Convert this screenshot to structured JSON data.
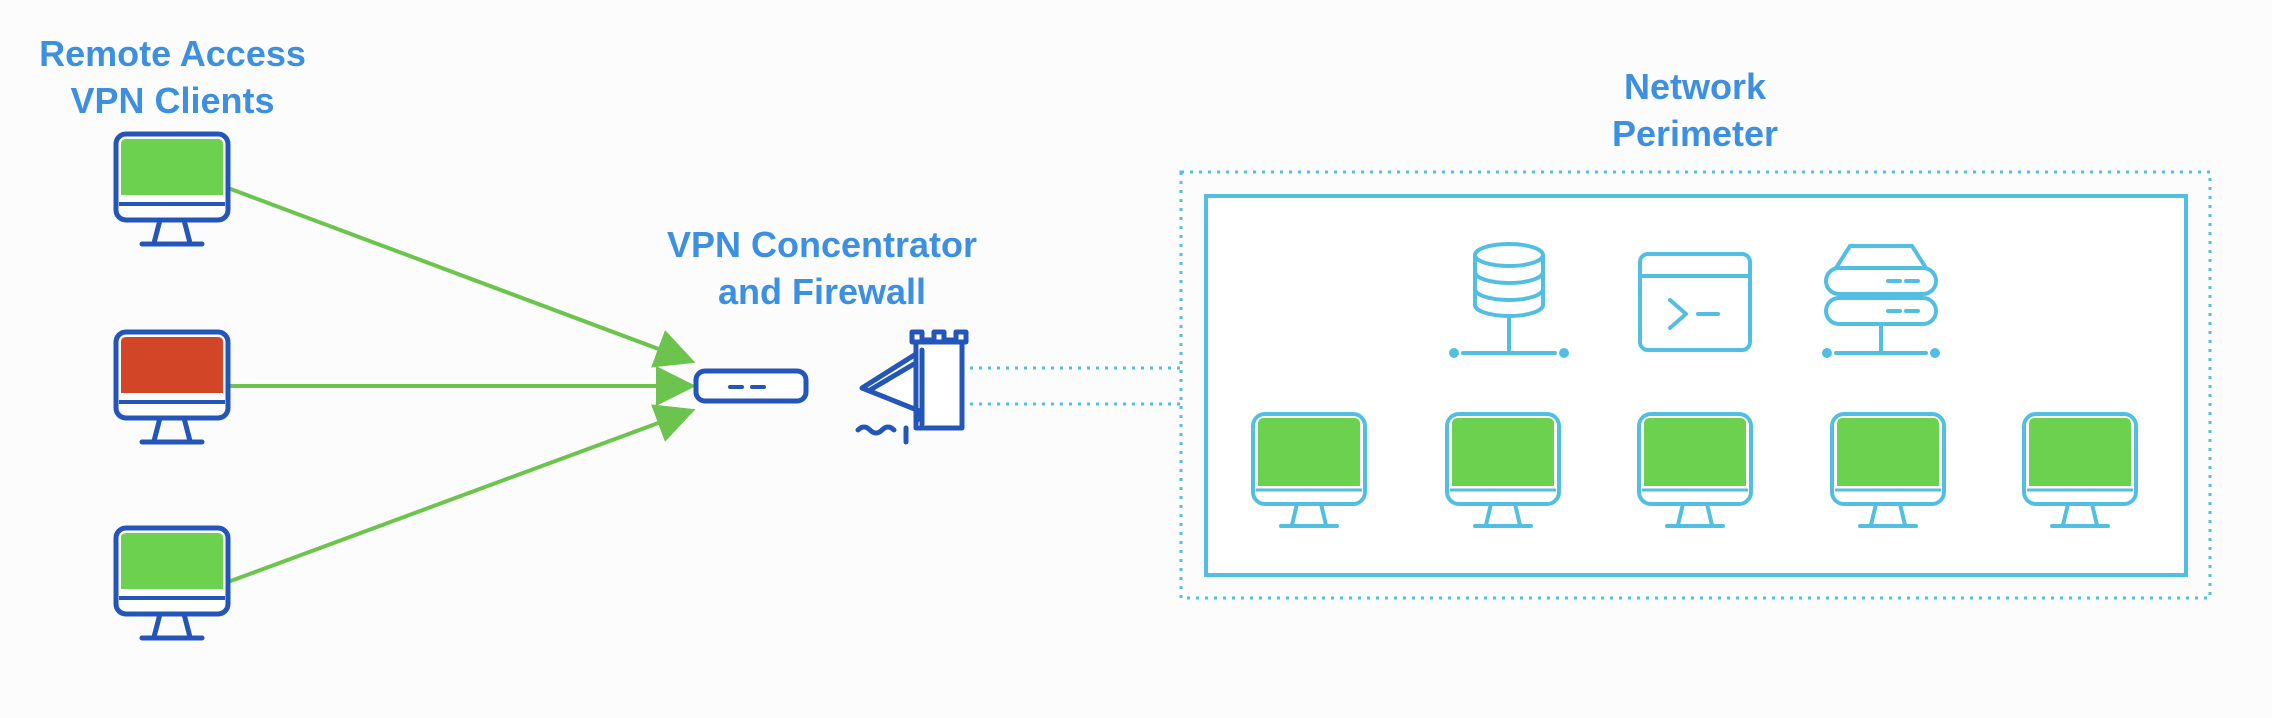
{
  "labels": {
    "clients": {
      "line1": "Remote Access",
      "line2": "VPN Clients"
    },
    "concentrator": {
      "line1": "VPN Concentrator",
      "line2": "and Firewall"
    },
    "perimeter": {
      "line1": "Network",
      "line2": "Perimeter"
    }
  },
  "clients": [
    {
      "name": "client-1",
      "status": "ok",
      "screen_color": "#6cd14f"
    },
    {
      "name": "client-2",
      "status": "blocked",
      "screen_color": "#d24527"
    },
    {
      "name": "client-3",
      "status": "ok",
      "screen_color": "#6cd14f"
    }
  ],
  "perimeter_icons": [
    "database-icon",
    "terminal-icon",
    "server-icon"
  ],
  "perimeter_workstations": 5,
  "colors": {
    "label_blue": "#3d8fe0",
    "client_outline": "#2356b8",
    "concentrator": "#2356b8",
    "perimeter_outline": "#52bfe2",
    "arrow_green": "#6cc44e",
    "screen_green": "#6cd14f",
    "screen_red": "#d24527"
  }
}
